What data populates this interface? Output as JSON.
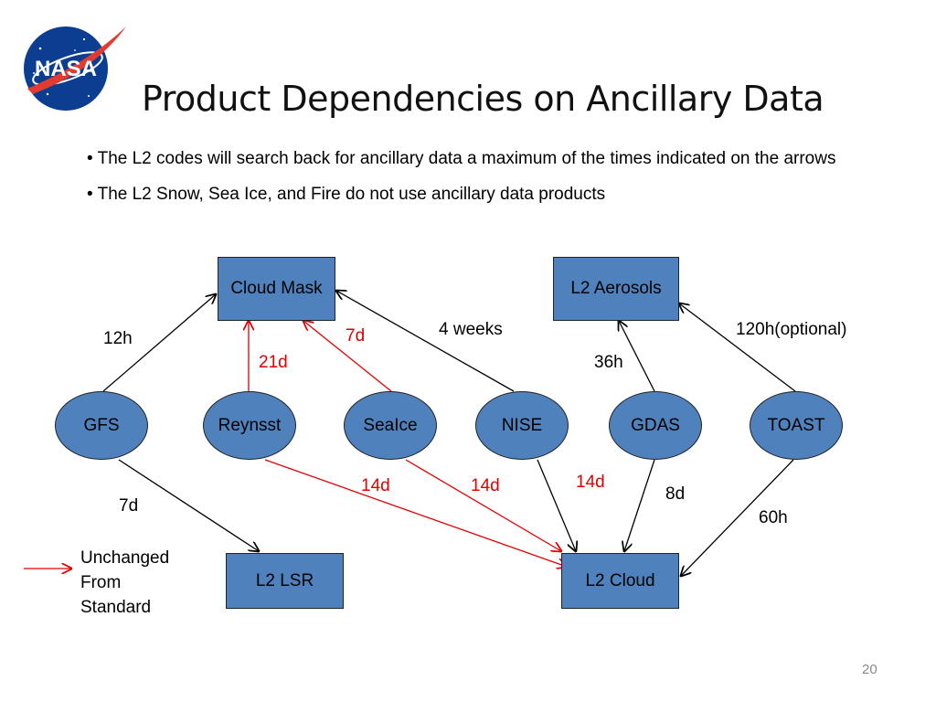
{
  "title": "Product Dependencies on Ancillary Data",
  "logo_text": "NASA",
  "bullets": [
    "• The L2 codes will search back for ancillary data a maximum of the times indicated on the arrows",
    "• The L2 Snow, Sea Ice, and Fire do not use ancillary data products"
  ],
  "products": {
    "cloud_mask": "Cloud Mask",
    "l2_aerosols": "L2 Aerosols",
    "l2_lsr": "L2 LSR",
    "l2_cloud": "L2 Cloud"
  },
  "sources": {
    "gfs": "GFS",
    "reynsst": "Reynsst",
    "seaice": "SeaIce",
    "nise": "NISE",
    "gdas": "GDAS",
    "toast": "TOAST"
  },
  "edge_labels": {
    "gfs_cloudmask": "12h",
    "reynsst_cloudmask": "21d",
    "seaice_cloudmask": "7d",
    "nise_cloudmask": "4 weeks",
    "gdas_aerosols": "36h",
    "toast_aerosols": "120h(optional)",
    "gfs_lsr": "7d",
    "reynsst_cloud": "14d",
    "seaice_cloud": "14d",
    "nise_cloud": "14d",
    "gdas_cloud": "8d",
    "toast_cloud": "60h"
  },
  "legend": {
    "line1": "Unchanged",
    "line2": "From",
    "line3": "Standard"
  },
  "colors": {
    "node_fill": "#4f81bd",
    "changed_arrow": "#000000",
    "unchanged_arrow": "#e00000"
  },
  "page_number": "20"
}
